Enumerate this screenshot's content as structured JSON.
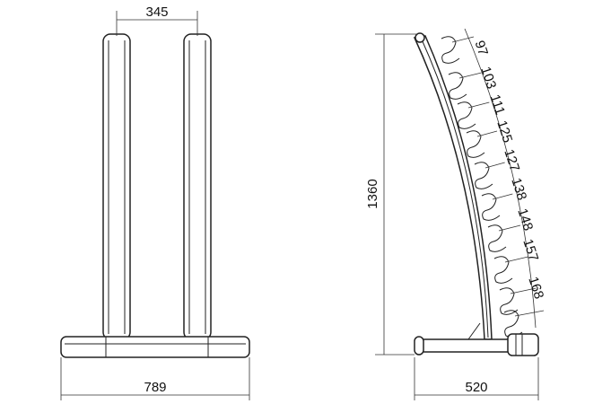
{
  "front_view": {
    "upright_spacing": "345",
    "base_width": "789"
  },
  "side_view": {
    "height": "1360",
    "base_depth": "520",
    "hook_spacings": [
      "97",
      "103",
      "111",
      "125",
      "127",
      "138",
      "148",
      "157",
      "168"
    ]
  }
}
